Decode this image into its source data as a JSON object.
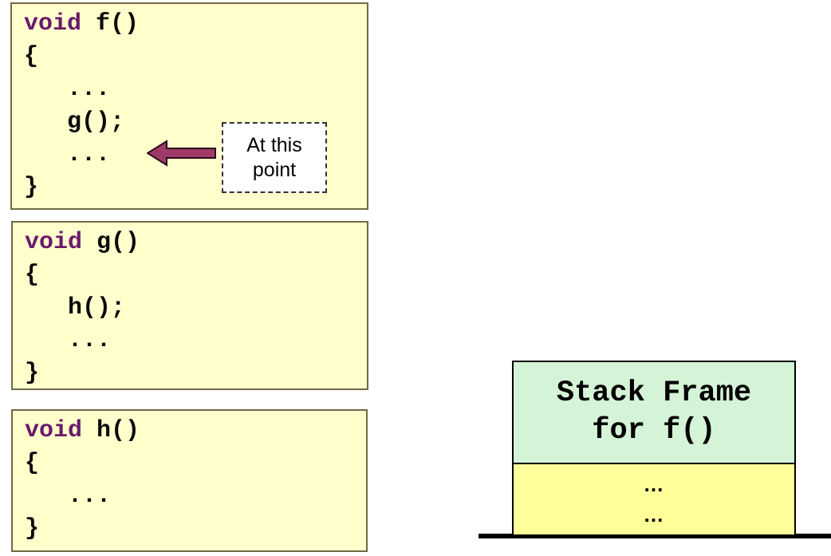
{
  "colors": {
    "code-bg": "#FFFFCC",
    "code-border": "#6E6A45",
    "keyword": "#6B1A6B",
    "code-text": "#0A0A0A",
    "arrow-fill": "#9E3A68",
    "arrow-stroke": "#2B0B1E",
    "callout-bg": "#FFFFFF",
    "callout-border": "#333333",
    "frame-green": "#D5F3D6",
    "frame-yellow": "#FFFF99",
    "frame-border": "#000000",
    "baseline": "#000000"
  },
  "code_boxes": [
    {
      "name": "f",
      "lines": [
        {
          "kw": "void",
          "text": " f()"
        },
        {
          "kw": "",
          "text": "{"
        },
        {
          "kw": "",
          "text": "   ..."
        },
        {
          "kw": "",
          "text": "   g();"
        },
        {
          "kw": "",
          "text": "   ..."
        },
        {
          "kw": "",
          "text": "}"
        }
      ]
    },
    {
      "name": "g",
      "lines": [
        {
          "kw": "void",
          "text": " g()"
        },
        {
          "kw": "",
          "text": "{"
        },
        {
          "kw": "",
          "text": "   h();"
        },
        {
          "kw": "",
          "text": "   ..."
        },
        {
          "kw": "",
          "text": "}"
        }
      ]
    },
    {
      "name": "h",
      "lines": [
        {
          "kw": "void",
          "text": " h()"
        },
        {
          "kw": "",
          "text": "{"
        },
        {
          "kw": "",
          "text": "   ..."
        },
        {
          "kw": "",
          "text": "}"
        }
      ]
    }
  ],
  "callout": {
    "lines": [
      "At this",
      "point"
    ]
  },
  "stack_diagram": {
    "frame_label_lines": [
      "Stack Frame",
      "for f()"
    ],
    "slots": [
      "...",
      "..."
    ]
  }
}
